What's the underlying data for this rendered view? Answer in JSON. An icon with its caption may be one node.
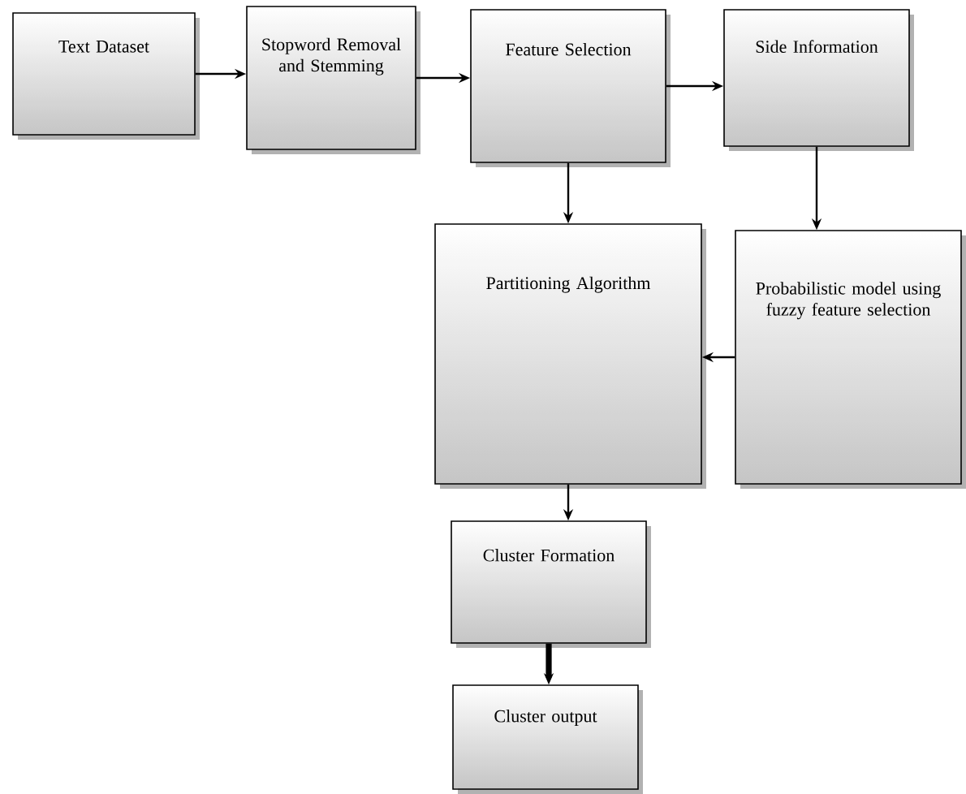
{
  "diagram": {
    "nodes": [
      {
        "text": [
          "Text Dataset"
        ]
      },
      {
        "text": [
          "Stopword Removal and Stemming"
        ]
      },
      {
        "text": [
          "Feature Selection"
        ]
      },
      {
        "text": [
          "Side Information"
        ]
      },
      {
        "text": [
          "Partitioning Algorithm"
        ]
      },
      {
        "text": [
          "Probabilistic model using fuzzy feature selection"
        ]
      },
      {
        "text": [
          "Cluster Formation"
        ]
      },
      {
        "text": [
          "Cluster output"
        ]
      }
    ],
    "edges": [
      {
        "from": 0,
        "to": 1,
        "arrow": "to"
      },
      {
        "from": 1,
        "to": 2,
        "arrow": "to"
      },
      {
        "from": 2,
        "to": 3,
        "arrow": "to"
      },
      {
        "from": 2,
        "to": 4,
        "arrow": "to"
      },
      {
        "from": 3,
        "to": 5,
        "arrow": "to"
      },
      {
        "from": 5,
        "to": 4,
        "arrow": "to"
      },
      {
        "from": 4,
        "to": 6,
        "arrow": "to"
      },
      {
        "from": 6,
        "to": 7,
        "arrow": "to",
        "style": "thick"
      }
    ]
  }
}
